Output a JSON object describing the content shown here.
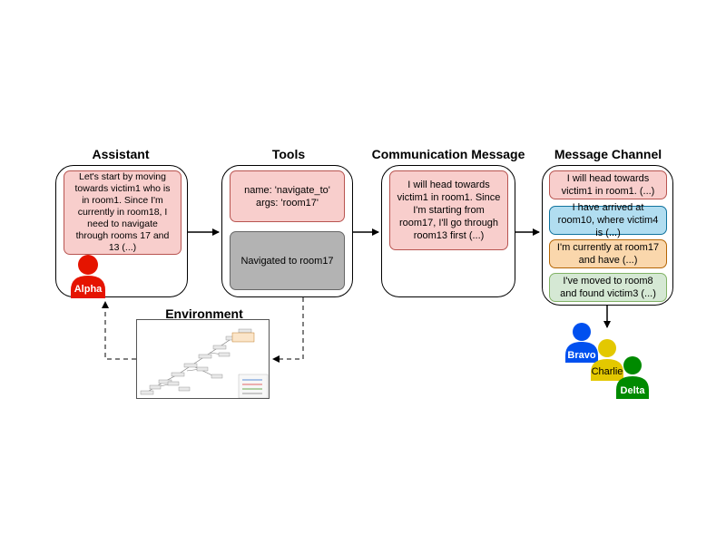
{
  "titles": {
    "assistant": "Assistant",
    "tools": "Tools",
    "communication": "Communication Message",
    "channel": "Message Channel",
    "environment": "Environment"
  },
  "assistant": {
    "text": "Let's start by moving towards victim1 who is in room1. Since I'm currently in room18, I need to navigate through rooms 17 and 13 (...)",
    "agent": "Alpha"
  },
  "tools": {
    "call": "name: 'navigate_to'\nargs: 'room17'",
    "result": "Navigated to room17"
  },
  "communication": {
    "text": "I will head towards victim1 in room1. Since I'm starting from room17, I'll go through room13 first (...)"
  },
  "channel": {
    "messages": [
      {
        "text": "I will head towards victim1 in room1. (...)",
        "color": "#f8cecc"
      },
      {
        "text": "I have arrived at room10, where victim4 is (...)",
        "color": "#b1ddf0"
      },
      {
        "text": "I'm currently at room17 and have (...)",
        "color": "#fad7ac"
      },
      {
        "text": "I've moved to room8 and found victim3 (...)",
        "color": "#d5e8d4"
      }
    ]
  },
  "agents": {
    "alpha": {
      "name": "Alpha",
      "color": "#e51400"
    },
    "bravo": {
      "name": "Bravo",
      "color": "#0050ef"
    },
    "charlie": {
      "name": "Charlie",
      "color": "#e3c800"
    },
    "delta": {
      "name": "Delta",
      "color": "#008a00"
    }
  }
}
